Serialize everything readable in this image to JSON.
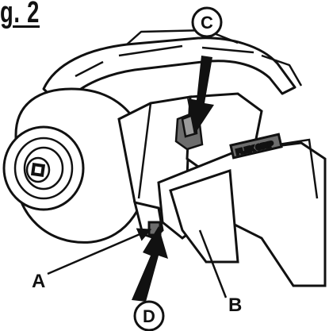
{
  "figure": {
    "caption": "g. 2",
    "callouts": {
      "a": "A",
      "b": "B",
      "c": "C",
      "d": "D"
    },
    "grip_label": "FLEX GRIP"
  },
  "colors": {
    "ink": "#111111",
    "body_grey": "#6d6d6d",
    "light_grey": "#9a9a9a",
    "paper": "#ffffff"
  }
}
